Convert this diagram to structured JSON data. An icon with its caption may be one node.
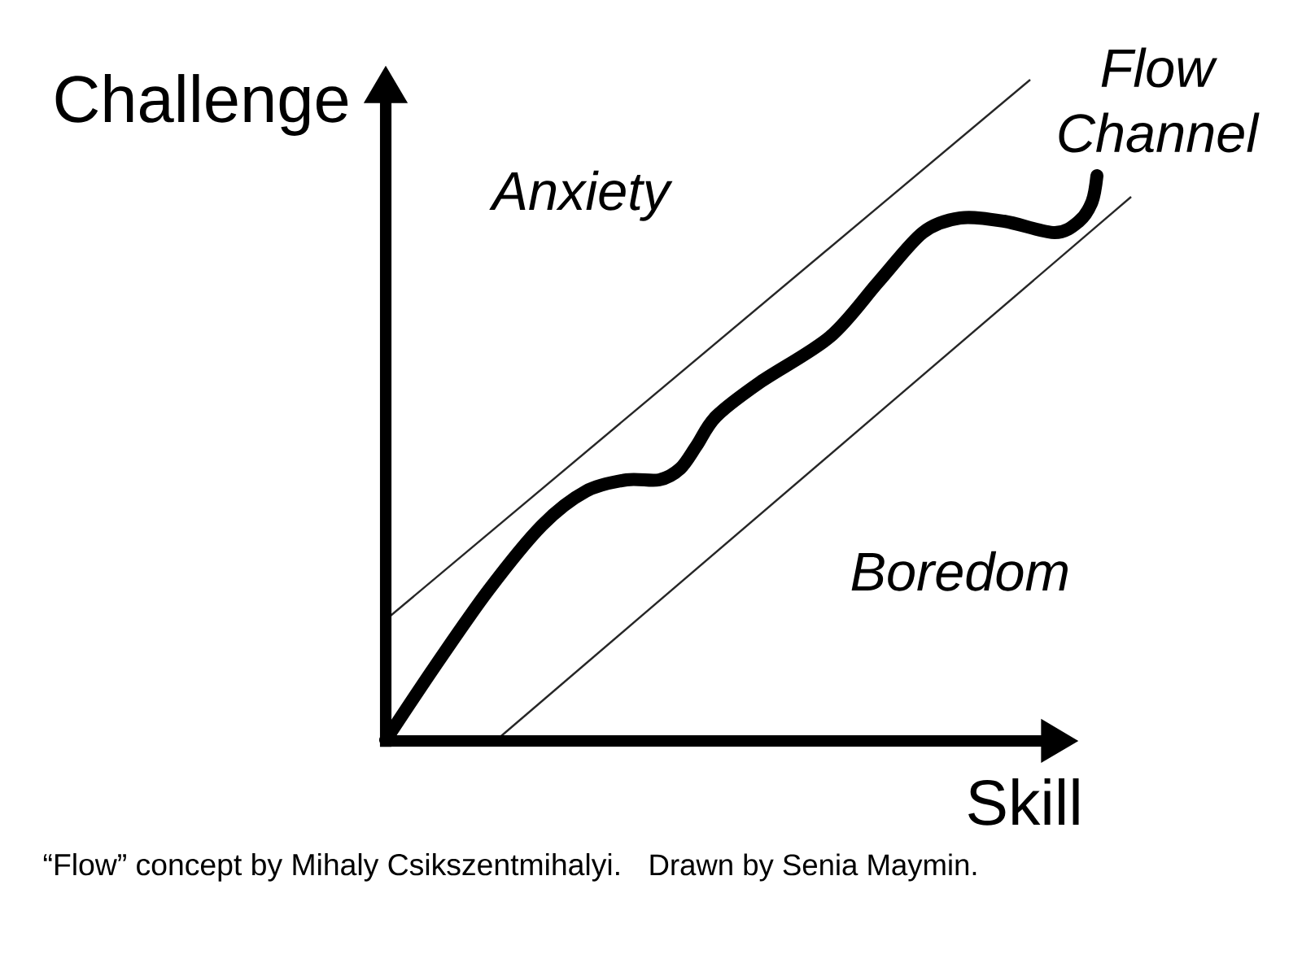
{
  "diagram": {
    "caption": "“Flow” concept by Mihaly Csikszentmihalyi.",
    "labels": [
      "Challenge",
      "Flow Channel",
      "Anxiety",
      "Boredom",
      "Skill",
      "Drawn by Senia Maymin."
    ]
  }
}
